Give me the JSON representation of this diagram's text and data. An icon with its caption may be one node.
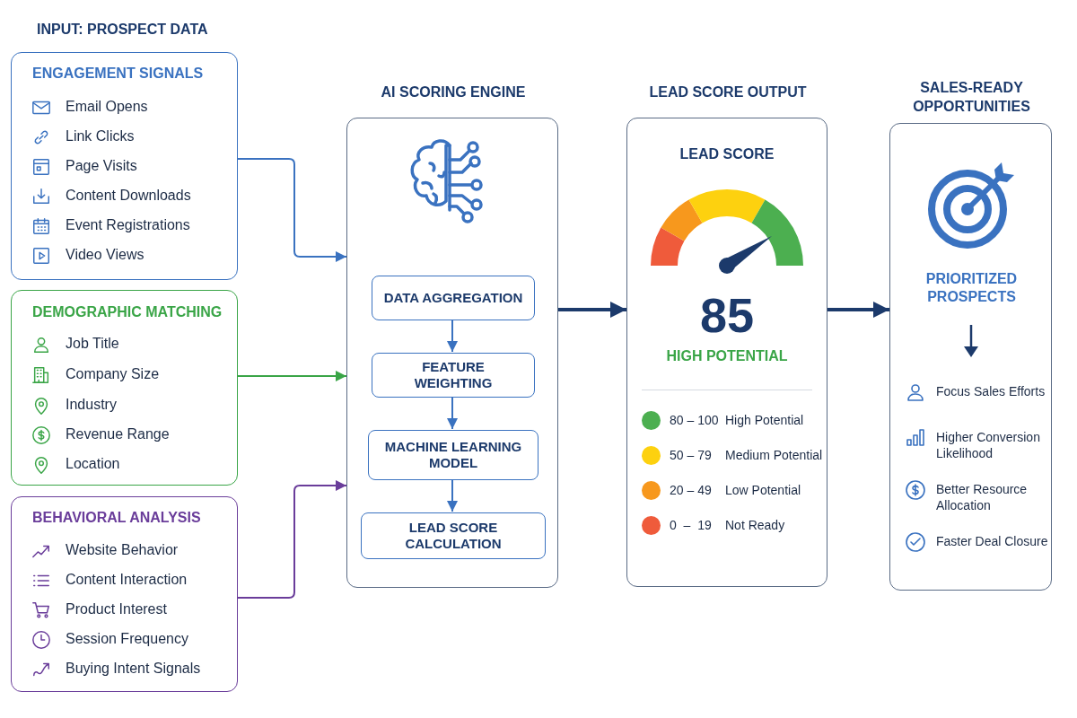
{
  "diagram": {
    "nodes": [
      {
        "text": [
          "ENGAGEMENT SIGNALS",
          "Email Opens",
          "Link Clicks",
          "Page Visits",
          "Content Downloads",
          "Event Registrations",
          "Video Views"
        ]
      },
      {
        "text": [
          "DEMOGRAPHIC MATCHING",
          "Job Title",
          "Company Size",
          "Industry",
          "Revenue Range",
          "Location"
        ]
      },
      {
        "text": [
          "BEHAVIORAL ANALYSIS",
          "Website Behavior",
          "Content Interaction",
          "Product Interest",
          "Session Frequency",
          "Buying Intent Signals"
        ]
      },
      {
        "text": [
          "AI SCORING ENGINE"
        ]
      },
      {
        "text": [
          "DATA AGGREGATION"
        ],
        "in": 3
      },
      {
        "text": [
          "FEATURE WEIGHTING"
        ],
        "in": 3
      },
      {
        "text": [
          "MACHINE LEARNING MODEL"
        ],
        "in": 3
      },
      {
        "text": [
          "LEAD SCORE CALCULATION"
        ],
        "in": 3
      },
      {
        "text": [
          "LEAD SCORE OUTPUT",
          "LEAD SCORE",
          "85",
          "HIGH POTENTIAL"
        ]
      },
      {
        "text": [
          "SALES-READY OPPORTUNITIES",
          "PRIORITIZED PROSPECTS",
          "Focus Sales Efforts",
          "Higher Conversion Likelihood",
          "Better Resource Allocation",
          "Faster Deal Closure"
        ]
      }
    ],
    "edges": [
      {
        "from": 0,
        "to": 3,
        "arrow": "to",
        "color": "#3a72c0"
      },
      {
        "from": 1,
        "to": 3,
        "arrow": "to",
        "color": "#3aa547"
      },
      {
        "from": 2,
        "to": 3,
        "arrow": "to",
        "color": "#6a3d9a"
      },
      {
        "from": 4,
        "to": 5,
        "arrow": "to",
        "color": "#3a72c0"
      },
      {
        "from": 5,
        "to": 6,
        "arrow": "to",
        "color": "#3a72c0"
      },
      {
        "from": 6,
        "to": 7,
        "arrow": "to",
        "color": "#3a72c0"
      },
      {
        "from": 3,
        "to": 8,
        "arrow": "to",
        "style": "thick"
      },
      {
        "from": 8,
        "to": 9,
        "arrow": "to",
        "style": "thick"
      }
    ],
    "labels": [
      "INPUT: PROSPECT DATA",
      "80 – 100",
      "50 – 79",
      "20 – 49",
      "0  –  19"
    ],
    "legend": [
      {
        "text": "High Potential",
        "color": "#4caf50"
      },
      {
        "text": "Medium Potential",
        "color": "#fdd10f"
      },
      {
        "text": "Low Potential",
        "color": "#f7981d"
      },
      {
        "text": "Not Ready",
        "color": "#ef5b3b"
      }
    ]
  }
}
